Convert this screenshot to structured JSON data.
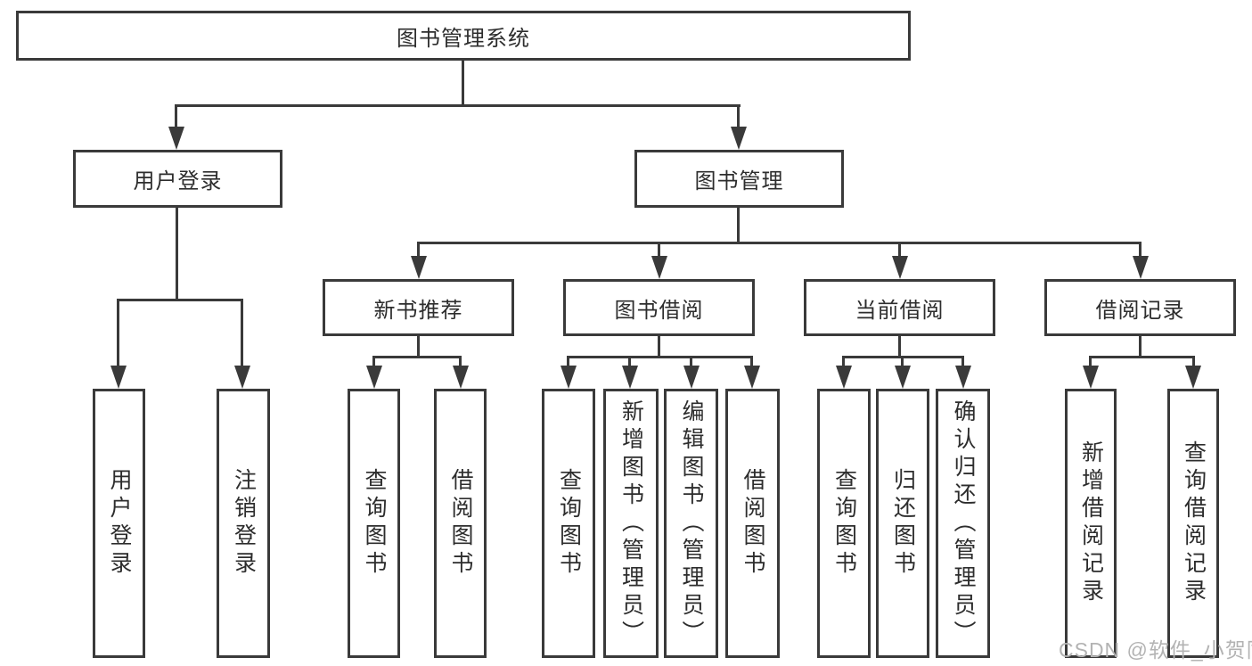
{
  "diagram": {
    "root": {
      "label": "图书管理系统"
    },
    "user_login": {
      "label": "用户登录",
      "children": [
        {
          "label": "用户登录"
        },
        {
          "label": "注销登录"
        }
      ]
    },
    "book_mgmt": {
      "label": "图书管理",
      "groups": [
        {
          "label": "新书推荐",
          "children": [
            {
              "label": "查询图书"
            },
            {
              "label": "借阅图书"
            }
          ]
        },
        {
          "label": "图书借阅",
          "children": [
            {
              "label": "查询图书"
            },
            {
              "label": "新增图书（管理员）"
            },
            {
              "label": "编辑图书（管理员）"
            },
            {
              "label": "借阅图书"
            }
          ]
        },
        {
          "label": "当前借阅",
          "children": [
            {
              "label": "查询图书"
            },
            {
              "label": "归还图书"
            },
            {
              "label": "确认归还（管理员）"
            }
          ]
        },
        {
          "label": "借阅记录",
          "children": [
            {
              "label": "新增借阅记录"
            },
            {
              "label": "查询借阅记录"
            }
          ]
        }
      ]
    }
  },
  "watermark": {
    "text": "CSDN @软件_小贺同学"
  },
  "colors": {
    "line": "#3a3a3a",
    "text": "#2d2d2d",
    "watermark": "#b3b3b3"
  }
}
